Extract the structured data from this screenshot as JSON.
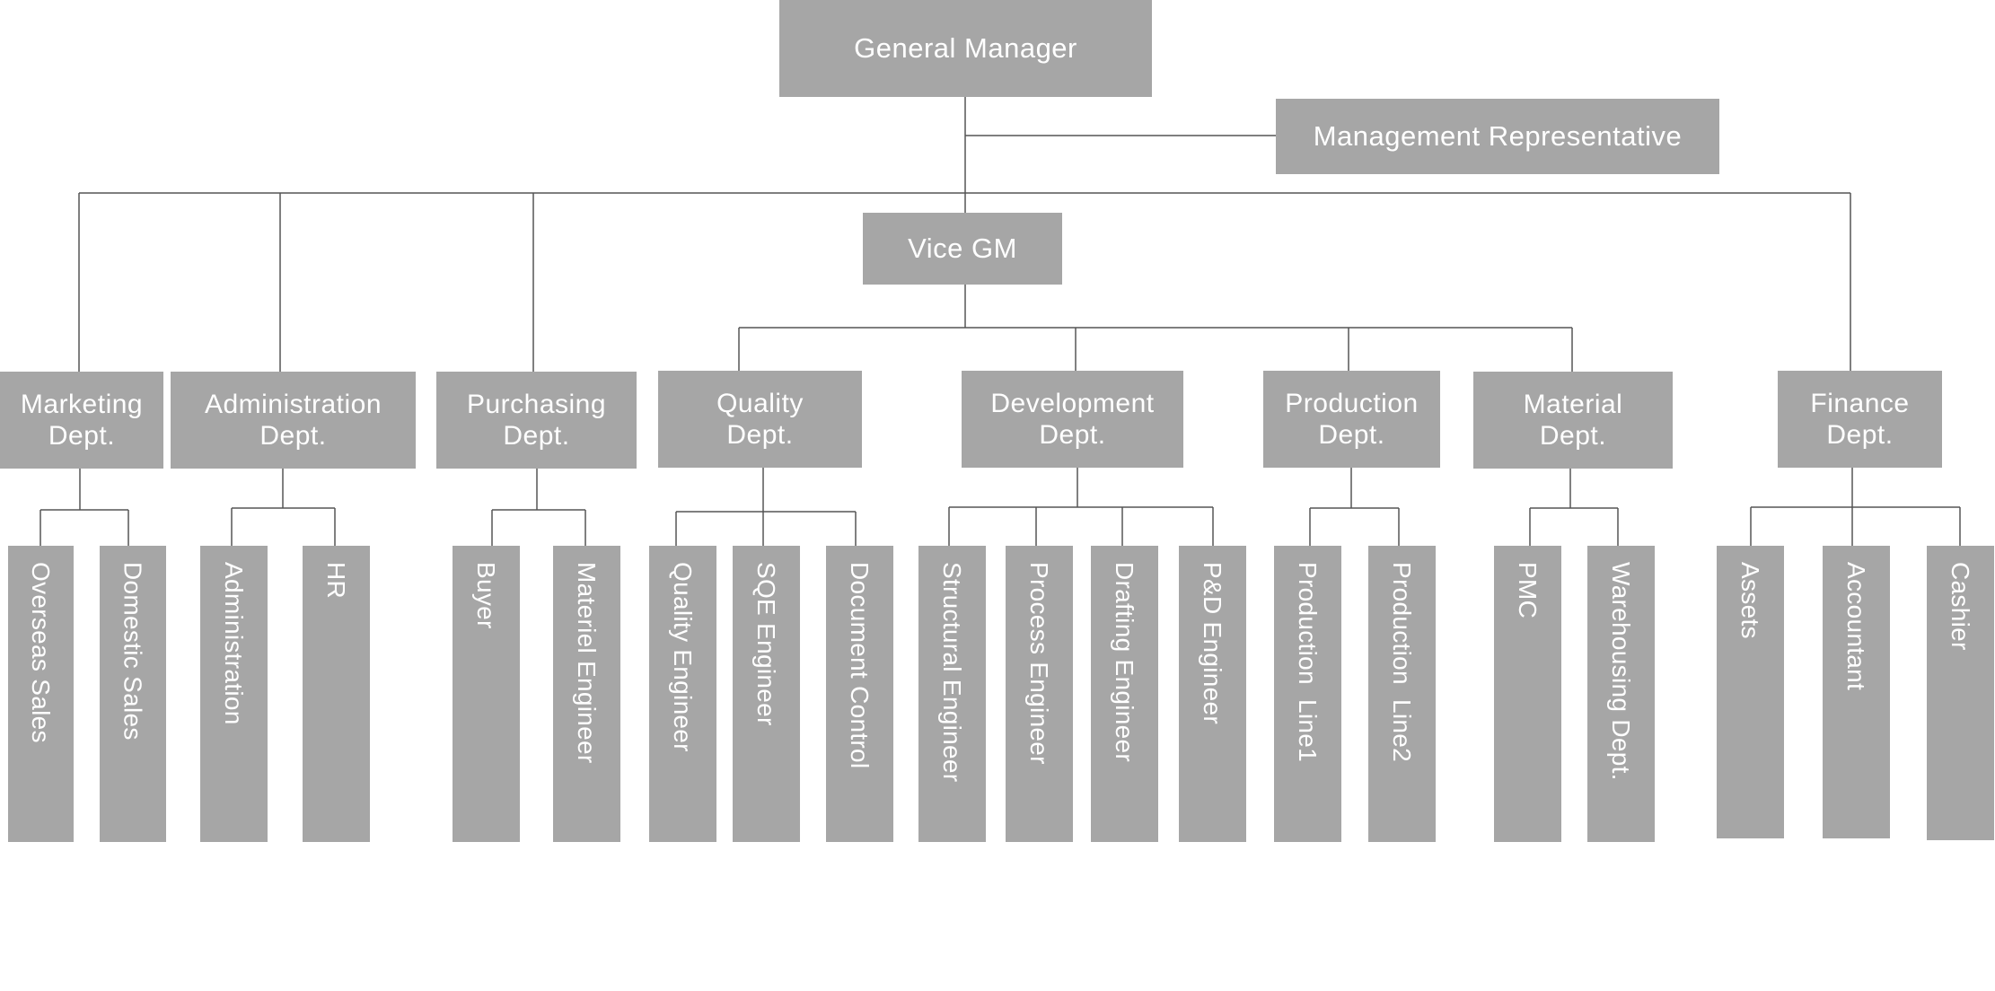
{
  "org_chart": {
    "top": {
      "general_manager": "General Manager",
      "management_representative": "Management Representative",
      "vice_gm": "Vice GM"
    },
    "departments": [
      {
        "id": "marketing",
        "label": "Marketing\nDept.",
        "roles": [
          "Overseas Sales",
          "Domestic Sales"
        ]
      },
      {
        "id": "administration",
        "label": "Administration\nDept.",
        "roles": [
          "Administration",
          "HR"
        ]
      },
      {
        "id": "purchasing",
        "label": "Purchasing\nDept.",
        "roles": [
          "Buyer",
          "Materiel Engineer"
        ]
      },
      {
        "id": "quality",
        "label": "Quality\nDept.",
        "roles": [
          "Quality Engineer",
          "SQE Engineer",
          "Document Control"
        ]
      },
      {
        "id": "development",
        "label": "Development\nDept.",
        "roles": [
          "Structural Engineer",
          "Process Engineer",
          "Drafting Engineer",
          "P&D Engineer"
        ]
      },
      {
        "id": "production",
        "label": "Production\nDept.",
        "roles": [
          "Production  Line1",
          "Production  Line2"
        ]
      },
      {
        "id": "material",
        "label": "Material\nDept.",
        "roles": [
          "PMC",
          "Warehousing Dept."
        ]
      },
      {
        "id": "finance",
        "label": "Finance\nDept.",
        "roles": [
          "Assets",
          "Accountant",
          "Cashier"
        ]
      }
    ]
  },
  "colors": {
    "box": "#a6a6a6",
    "text": "#ffffff",
    "line": "#555555"
  }
}
